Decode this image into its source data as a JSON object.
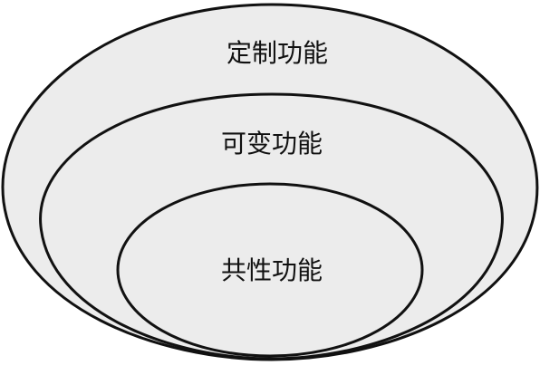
{
  "diagram": {
    "type": "nested-ellipses",
    "layers": [
      {
        "id": "outer",
        "label": "定制功能"
      },
      {
        "id": "middle",
        "label": "可变功能"
      },
      {
        "id": "inner",
        "label": "共性功能"
      }
    ]
  },
  "colors": {
    "fill": "#ececec",
    "stroke": "#111111",
    "text": "#111111",
    "background": "#ffffff"
  }
}
